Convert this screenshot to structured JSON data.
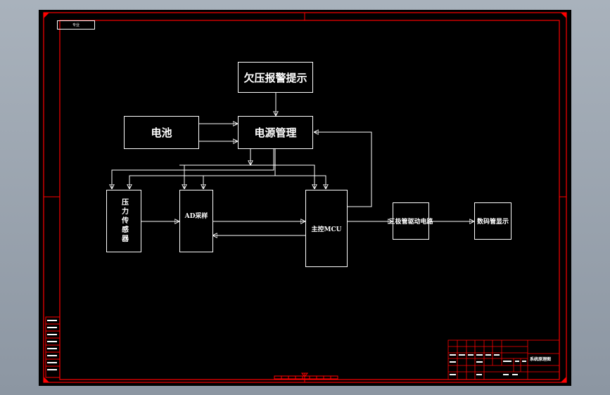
{
  "diagram": {
    "blocks": {
      "alarm": "欠压报警提示",
      "battery": "电池",
      "power": "电源管理",
      "sensor": "压力传感器",
      "ad": "AD采样",
      "mcu": "主控MCU",
      "driver": "三极管驱动电路",
      "display": "数码管显示"
    }
  },
  "drawing": {
    "stamp": "专业",
    "title_block": {
      "drawing_title": "系统原理图"
    }
  },
  "colors": {
    "background": "#000000",
    "frame": "#ff0000",
    "line": "#ffffff",
    "window": "#9aa4af"
  }
}
